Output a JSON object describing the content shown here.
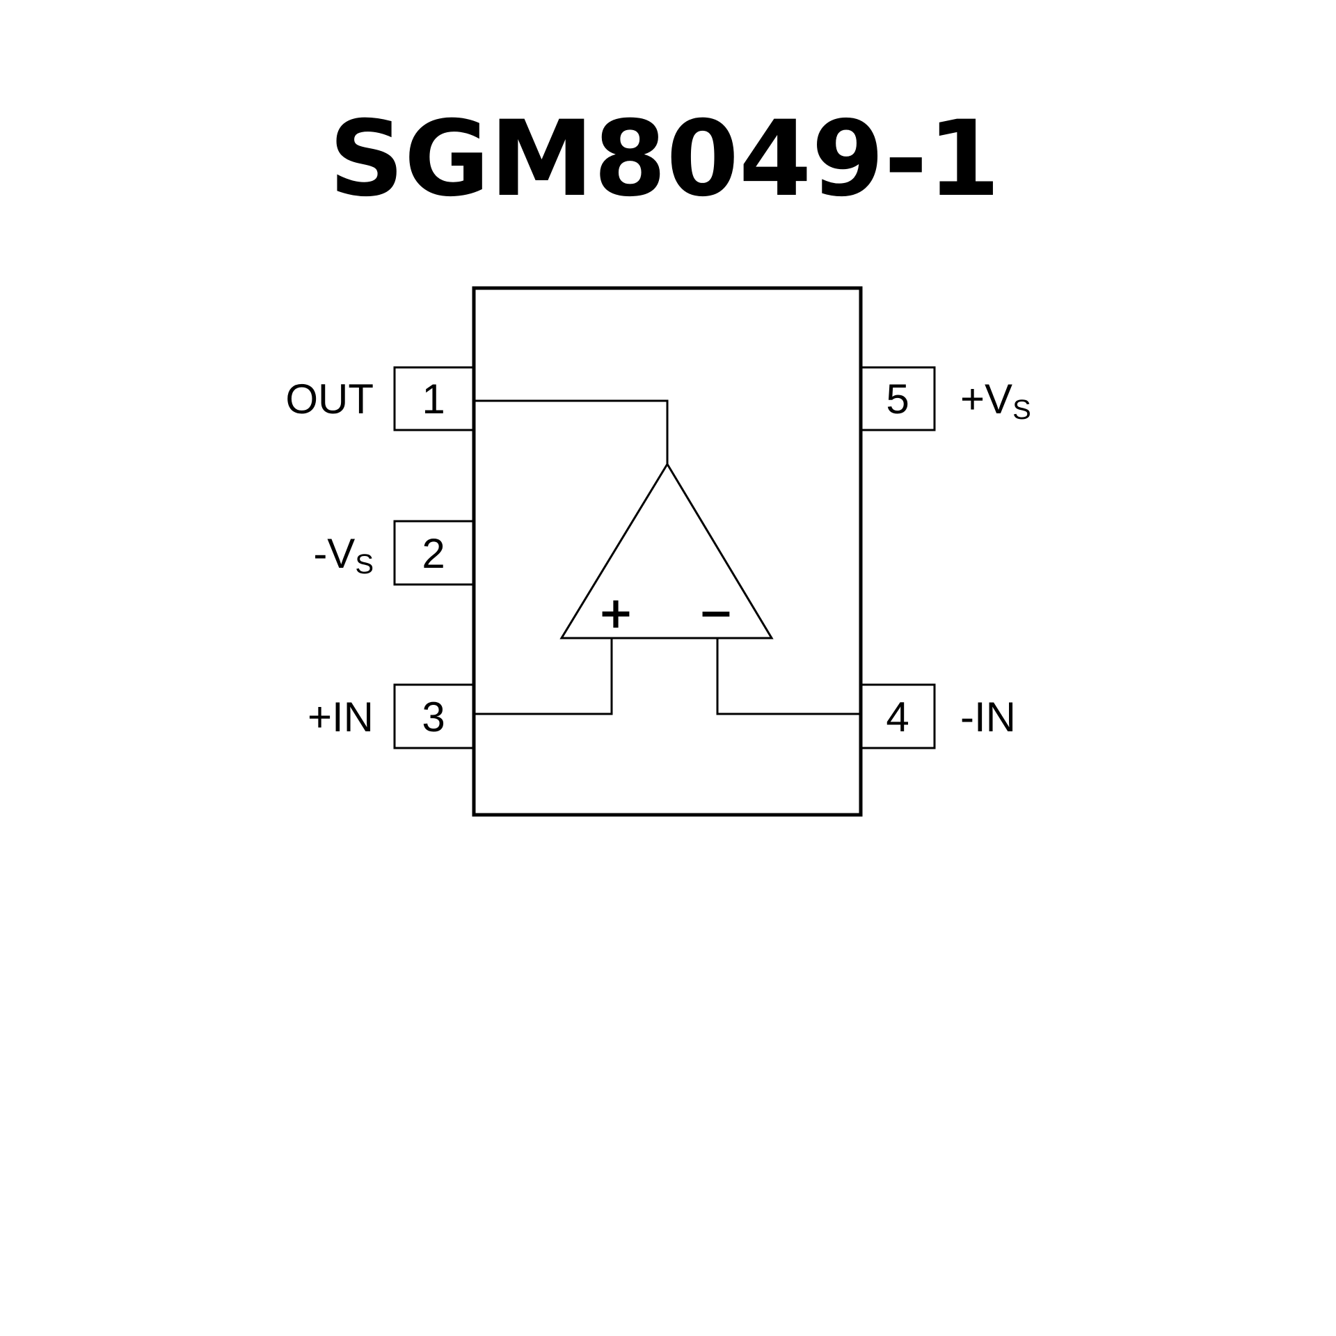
{
  "title": "SGM8049-1",
  "pins": {
    "p1": {
      "number": "1",
      "label": "OUT"
    },
    "p2": {
      "number": "2",
      "label_main": "-V",
      "label_sub": "S"
    },
    "p3": {
      "number": "3",
      "label": "+IN"
    },
    "p4": {
      "number": "4",
      "label": "-IN"
    },
    "p5": {
      "number": "5",
      "label_main": "+V",
      "label_sub": "S"
    }
  },
  "opamp": {
    "plus": "+",
    "minus": "−"
  }
}
